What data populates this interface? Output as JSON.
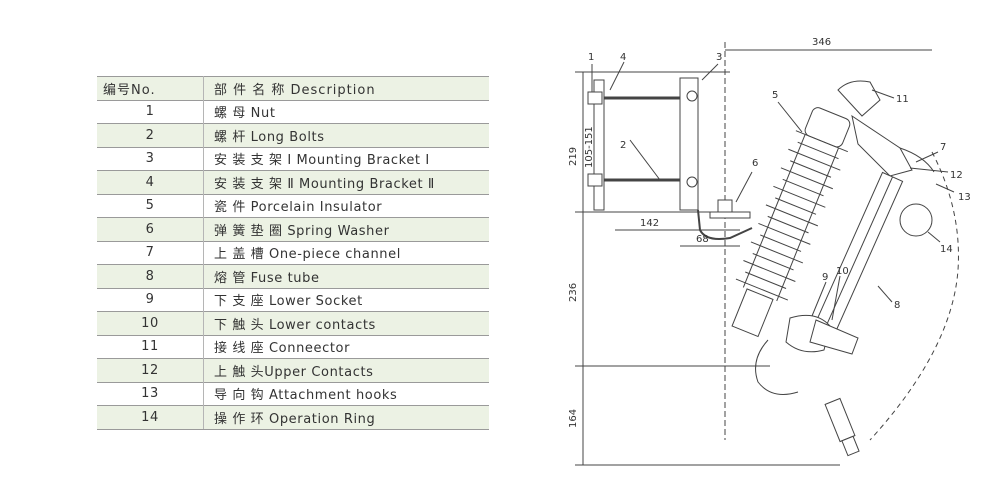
{
  "table": {
    "header": {
      "no": "编号No.",
      "desc": "部 件 名 称 Description"
    },
    "rows": [
      {
        "no": "1",
        "desc": "螺 母  Nut"
      },
      {
        "no": "2",
        "desc": "螺 杆  Long Bolts"
      },
      {
        "no": "3",
        "desc": "安 装 支 架  Ⅰ Mounting Bracket Ⅰ"
      },
      {
        "no": "4",
        "desc": "安 装 支 架  Ⅱ Mounting Bracket Ⅱ"
      },
      {
        "no": "5",
        "desc": "瓷 件  Porcelain Insulator"
      },
      {
        "no": "6",
        "desc": "弹 簧 垫 圈  Spring Washer"
      },
      {
        "no": "7",
        "desc": "上 盖 槽  One-piece channel"
      },
      {
        "no": "8",
        "desc": "熔 管  Fuse tube"
      },
      {
        "no": "9",
        "desc": "下 支 座  Lower Socket"
      },
      {
        "no": "10",
        "desc": "下 触 头  Lower contacts"
      },
      {
        "no": "11",
        "desc": "接 线 座  Conneector"
      },
      {
        "no": "12",
        "desc": "上 触  头Upper Contacts"
      },
      {
        "no": "13",
        "desc": "导 向 钩  Attachment hooks"
      },
      {
        "no": "14",
        "desc": "操 作 环  Operation Ring"
      }
    ]
  },
  "drawing": {
    "dimensions": {
      "d346": "346",
      "d219": "219",
      "d105_151": "105-151",
      "d142": "142",
      "d68": "68",
      "d236": "236",
      "d164": "164"
    },
    "callouts": {
      "c1": "1",
      "c2": "2",
      "c3": "3",
      "c4": "4",
      "c5": "5",
      "c6": "6",
      "c7": "7",
      "c8": "8",
      "c9": "9",
      "c10": "10",
      "c11": "11",
      "c12": "12",
      "c13": "13",
      "c14": "14"
    }
  }
}
